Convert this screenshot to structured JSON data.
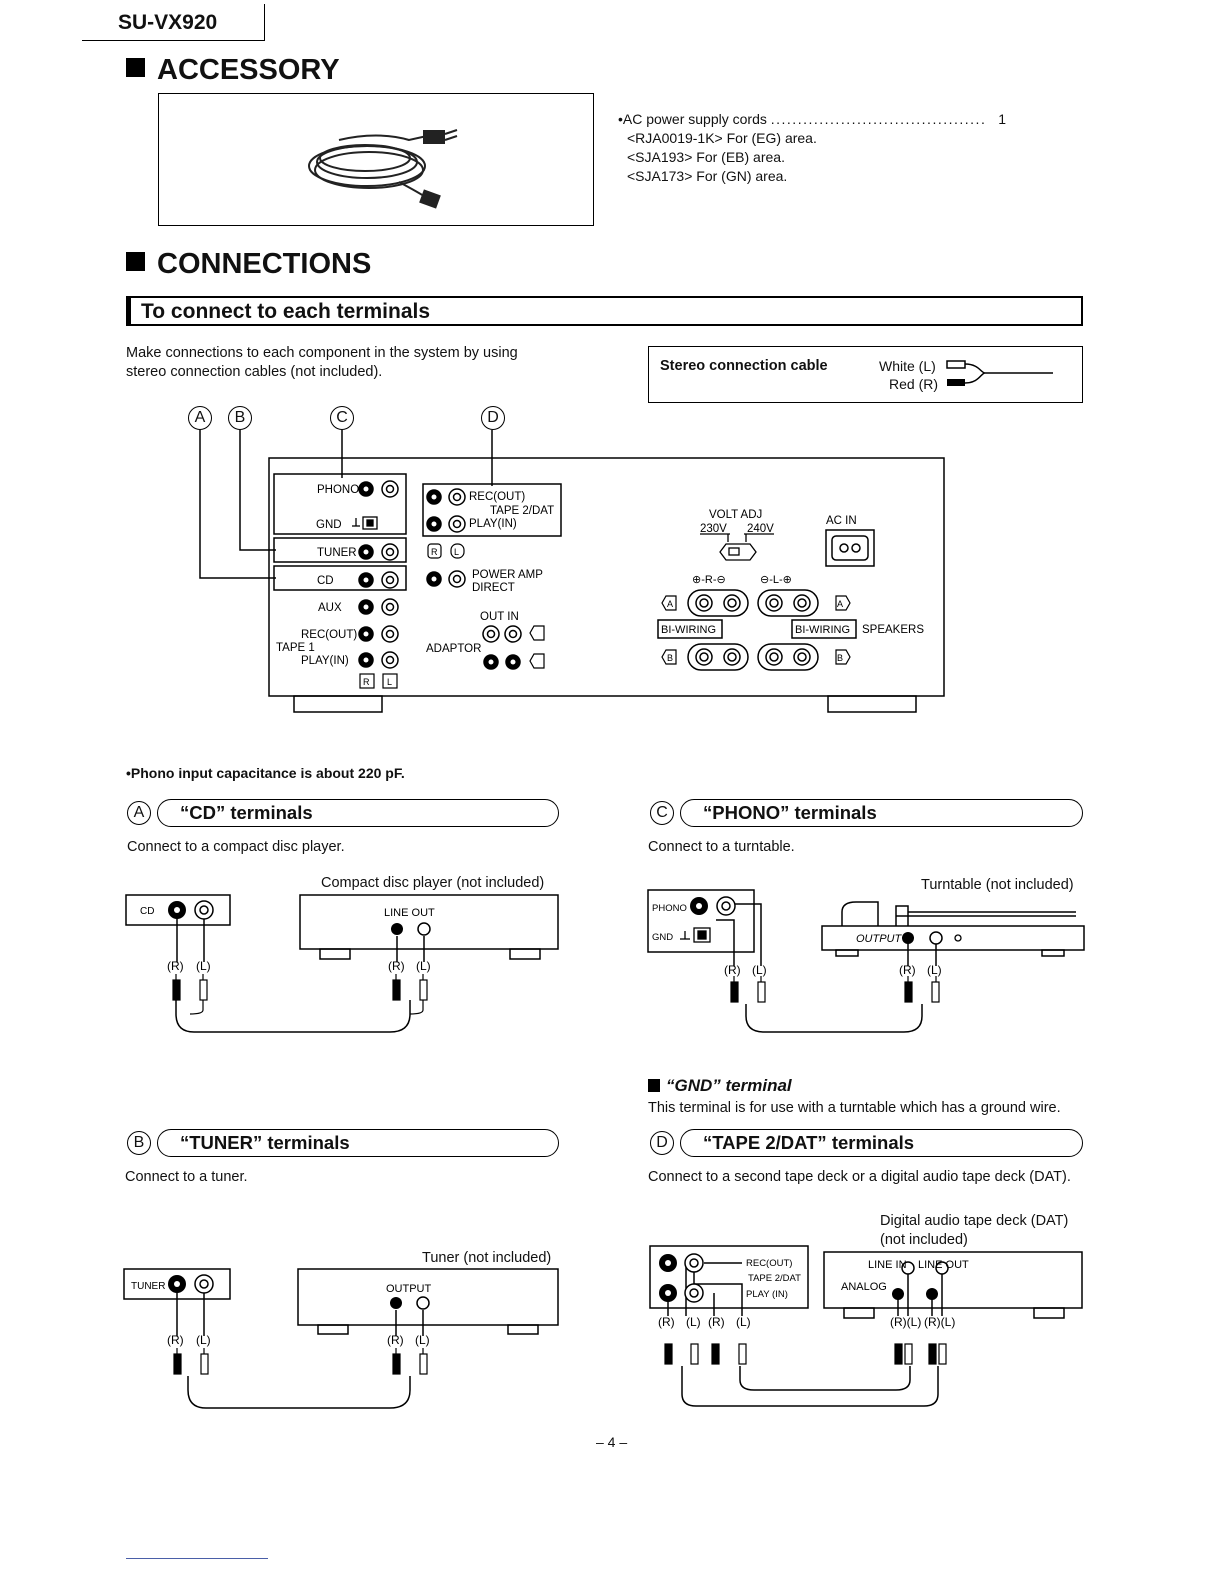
{
  "header": {
    "model": "SU-VX920"
  },
  "accessory": {
    "title": "ACCESSORY",
    "item_label": "•AC power supply cords ",
    "item_dots": "........................................",
    "item_qty": "1",
    "lines": [
      "<RJA0019-1K> For (EG) area.",
      "<SJA193> For (EB) area.",
      "<SJA173> For (GN) area."
    ]
  },
  "connections": {
    "title": "CONNECTIONS",
    "bar_title": "To connect to each terminals",
    "intro": [
      "Make connections to each component in the system by using",
      "stereo connection cables (not included)."
    ],
    "cable_box": {
      "label": "Stereo connection cable",
      "white": "White (L)",
      "red": "Red (R)"
    },
    "markers": [
      "A",
      "B",
      "C",
      "D"
    ]
  },
  "panel": {
    "phono": "PHONO",
    "gnd": "GND",
    "tuner": "TUNER",
    "cd": "CD",
    "aux": "AUX",
    "rec_out": "REC(OUT)",
    "tape1": "TAPE 1",
    "play_in": "PLAY(IN)",
    "rec_out2": "REC(OUT)",
    "tape2": "TAPE 2/DAT",
    "play_in2": "PLAY(IN)",
    "r": "R",
    "l": "L",
    "power_amp": "POWER AMP",
    "direct": "DIRECT",
    "out_in": "OUT  IN",
    "adaptor": "ADAPTOR",
    "volt_adj": "VOLT ADJ",
    "v230": "230V",
    "v240": "240V",
    "ac_in": "AC IN",
    "bi_wiring": "BI-WIRING",
    "speakers": "SPEAKERS",
    "spk_a": "A",
    "spk_b": "B",
    "plus_minus_r": "⊕-R-⊖",
    "plus_minus_l": "⊖-L-⊕"
  },
  "note": "•Phono input capacitance is about 220 pF.",
  "cd_section": {
    "marker": "A",
    "title": "“CD” terminals",
    "desc": "Connect to a compact disc player.",
    "device": "Compact disc player (not included)",
    "jack_label": "CD",
    "device_jack": "LINE OUT",
    "r": "(R)",
    "l": "(L)"
  },
  "phono_section": {
    "marker": "C",
    "title": "“PHONO” terminals",
    "desc": "Connect to a turntable.",
    "device": "Turntable (not included)",
    "jack_label": "PHONO",
    "gnd_label": "GND",
    "device_jack": "OUTPUT",
    "r": "(R)",
    "l": "(L)"
  },
  "gnd_section": {
    "title": "“GND” terminal",
    "desc": "This terminal is for use with a turntable which has a ground wire."
  },
  "tuner_section": {
    "marker": "B",
    "title": "“TUNER” terminals",
    "desc": "Connect to a tuner.",
    "device": "Tuner (not included)",
    "jack_label": "TUNER",
    "device_jack": "OUTPUT",
    "r": "(R)",
    "l": "(L)"
  },
  "tape_section": {
    "marker": "D",
    "title": "“TAPE 2/DAT” terminals",
    "desc": "Connect to a second tape deck or a digital audio tape deck (DAT).",
    "device_line1": "Digital audio tape deck (DAT)",
    "device_line2": "(not included)",
    "rec_out": "REC(OUT)",
    "tape2": "TAPE 2/DAT",
    "play_in": "PLAY (IN)",
    "line_in": "LINE IN",
    "line_out": "LINE OUT",
    "analog": "ANALOG",
    "r": "(R)",
    "l": "(L)",
    "rl": "(R)(L)"
  },
  "footer": {
    "page": "– 4 –"
  }
}
